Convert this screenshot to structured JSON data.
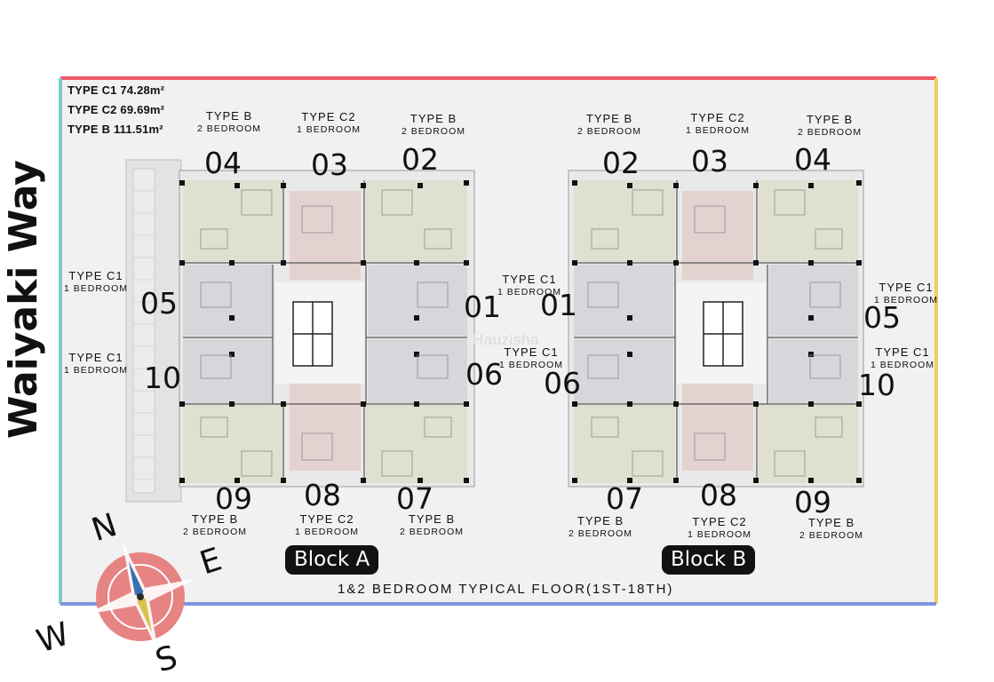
{
  "road_name": "Waiyaki Way",
  "legend": [
    "TYPE C1 74.28m²",
    "TYPE C2 69.69m²",
    "TYPE B 111.51m²"
  ],
  "floor_title": "1&2 BEDROOM TYPICAL FLOOR(1ST-18TH)",
  "watermark": "Hauzisha",
  "compass": {
    "n": "N",
    "e": "E",
    "s": "S",
    "w": "W"
  },
  "colors": {
    "frame_top": "#ee5566",
    "frame_left": "#7cc9c9",
    "frame_right": "#f2cc5c",
    "frame_bottom": "#7d95e3",
    "unit_type_b": "#dfe0d0",
    "unit_type_c2": "#e4d2d0",
    "unit_type_c1": "#d7d7db",
    "compass_rose": "#e68383"
  },
  "blocks": {
    "a": {
      "name": "Block A",
      "units": {
        "u04": {
          "type": "TYPE B",
          "beds": "2 BEDROOM",
          "num": "04"
        },
        "u03": {
          "type": "TYPE C2",
          "beds": "1 BEDROOM",
          "num": "03"
        },
        "u02": {
          "type": "TYPE B",
          "beds": "2 BEDROOM",
          "num": "02"
        },
        "u05": {
          "type": "TYPE C1",
          "beds": "1 BEDROOM",
          "num": "05"
        },
        "u10": {
          "type": "TYPE C1",
          "beds": "1 BEDROOM",
          "num": "10"
        },
        "u01": {
          "type": "TYPE C1",
          "beds": "1 BEDROOM",
          "num": "01"
        },
        "u06": {
          "type": "TYPE C1",
          "beds": "1 BEDROOM",
          "num": "06"
        },
        "u09": {
          "type": "TYPE B",
          "beds": "2 BEDROOM",
          "num": "09"
        },
        "u08": {
          "type": "TYPE C2",
          "beds": "1 BEDROOM",
          "num": "08"
        },
        "u07": {
          "type": "TYPE B",
          "beds": "2 BEDROOM",
          "num": "07"
        }
      }
    },
    "b": {
      "name": "Block B",
      "units": {
        "u02": {
          "type": "TYPE B",
          "beds": "2 BEDROOM",
          "num": "02"
        },
        "u03": {
          "type": "TYPE C2",
          "beds": "1 BEDROOM",
          "num": "03"
        },
        "u04": {
          "type": "TYPE B",
          "beds": "2 BEDROOM",
          "num": "04"
        },
        "u01": {
          "type": "TYPE C1",
          "beds": "1 BEDROOM",
          "num": "01"
        },
        "u06": {
          "type": "TYPE C1",
          "beds": "1 BEDROOM",
          "num": "06"
        },
        "u05": {
          "type": "TYPE C1",
          "beds": "1 BEDROOM",
          "num": "05"
        },
        "u10": {
          "type": "TYPE C1",
          "beds": "1 BEDROOM",
          "num": "10"
        },
        "u07": {
          "type": "TYPE B",
          "beds": "2 BEDROOM",
          "num": "07"
        },
        "u08": {
          "type": "TYPE C2",
          "beds": "1 BEDROOM",
          "num": "08"
        },
        "u09": {
          "type": "TYPE B",
          "beds": "2 BEDROOM",
          "num": "09"
        }
      }
    }
  }
}
